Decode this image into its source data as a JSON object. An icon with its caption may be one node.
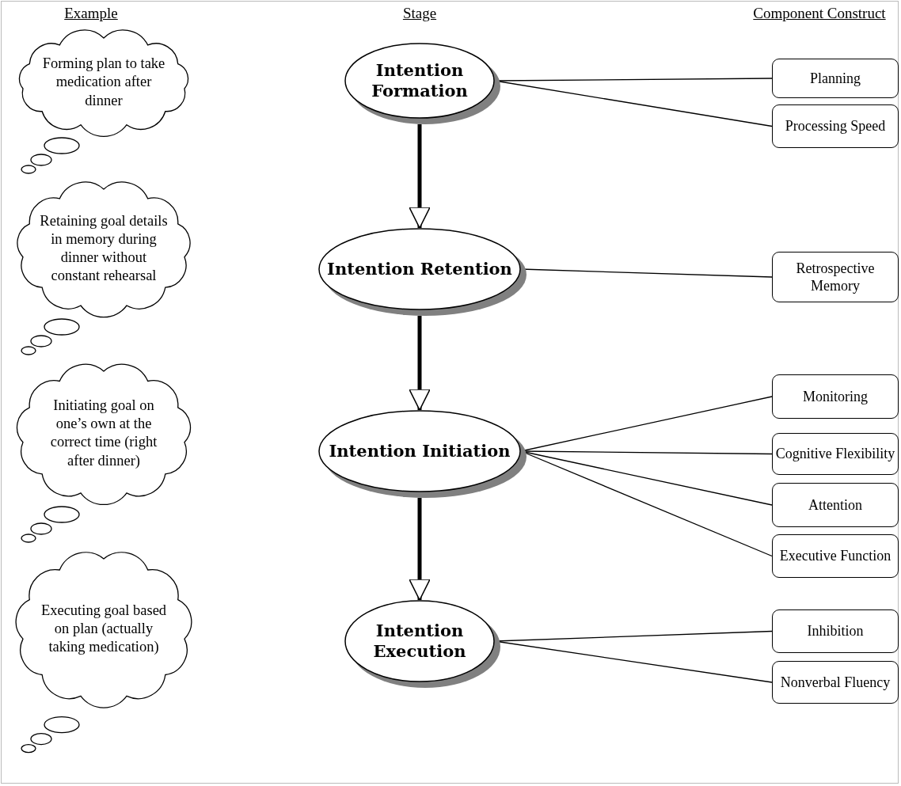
{
  "diagram": {
    "nodes": [
      {
        "text": [
          "Forming plan to take medication after dinner"
        ]
      },
      {
        "text": [
          "Intention Formation"
        ]
      },
      {
        "text": [
          "Planning"
        ]
      },
      {
        "text": [
          "Processing Speed"
        ]
      },
      {
        "text": [
          "Retaining goal details in memory during dinner without constant rehearsal"
        ]
      },
      {
        "text": [
          "Intention Retention"
        ]
      },
      {
        "text": [
          "Retrospective Memory"
        ]
      },
      {
        "text": [
          "Initiating goal on one’s own at the correct time (right after dinner)"
        ]
      },
      {
        "text": [
          "Intention Initiation"
        ]
      },
      {
        "text": [
          "Monitoring"
        ]
      },
      {
        "text": [
          "Cognitive Flexibility"
        ]
      },
      {
        "text": [
          "Attention"
        ]
      },
      {
        "text": [
          "Executive Function"
        ]
      },
      {
        "text": [
          "Executing goal based on plan (actually taking medication)"
        ]
      },
      {
        "text": [
          "Intention Execution"
        ]
      },
      {
        "text": [
          "Inhibition"
        ]
      },
      {
        "text": [
          "Nonverbal Fluency"
        ]
      }
    ],
    "edges": [
      {
        "from": 1,
        "to": 5,
        "arrow": "to",
        "style": "thick"
      },
      {
        "from": 5,
        "to": 8,
        "arrow": "to",
        "style": "thick"
      },
      {
        "from": 8,
        "to": 14,
        "arrow": "to",
        "style": "thick"
      },
      {
        "from": 1,
        "to": 2,
        "arrow": "none"
      },
      {
        "from": 1,
        "to": 3,
        "arrow": "none"
      },
      {
        "from": 5,
        "to": 6,
        "arrow": "none"
      },
      {
        "from": 8,
        "to": 9,
        "arrow": "none"
      },
      {
        "from": 8,
        "to": 10,
        "arrow": "none"
      },
      {
        "from": 8,
        "to": 11,
        "arrow": "none"
      },
      {
        "from": 8,
        "to": 12,
        "arrow": "none"
      },
      {
        "from": 14,
        "to": 15,
        "arrow": "none"
      },
      {
        "from": 14,
        "to": 16,
        "arrow": "none"
      }
    ],
    "labels": [
      "Example",
      "Stage",
      "Component Construct"
    ]
  }
}
